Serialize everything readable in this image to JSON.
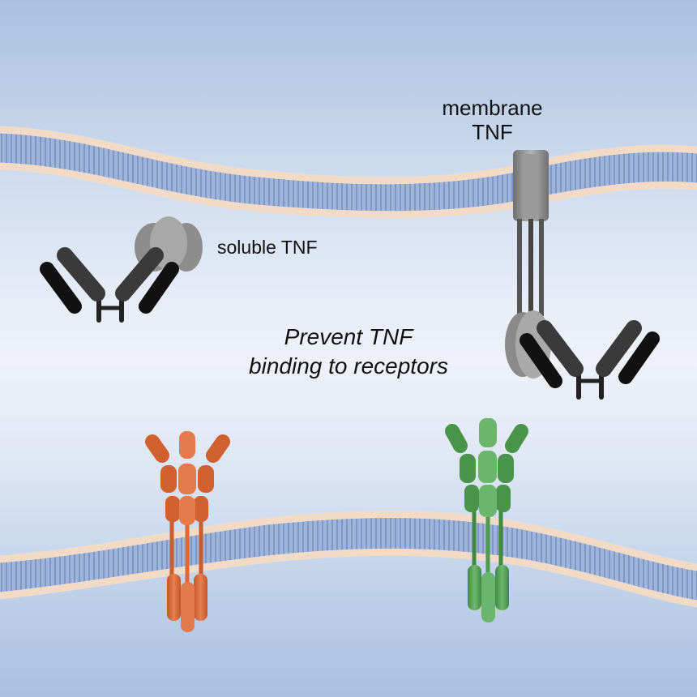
{
  "figure": {
    "labels": {
      "membrane_tnf_line1": "membrane",
      "membrane_tnf_line2": "TNF",
      "soluble_tnf": "soluble TNF",
      "mechanism_line1": "Prevent TNF",
      "mechanism_line2": "binding to receptors"
    },
    "colors": {
      "background_top": "#a9c1df",
      "background_mid": "#eef1f9",
      "lipid_head": "#f3dcc6",
      "lipid_tail": "#8fa6cf",
      "antibody": "#2b2b2b",
      "tnf": "#8e8e8e",
      "receptor_1": "#d9683a",
      "receptor_2": "#4f9a4f"
    },
    "elements": [
      "upper-cell-membrane",
      "lower-cell-membrane",
      "membrane-tnf-trimer",
      "soluble-tnf-trimer",
      "anti-tnf-antibody-left",
      "anti-tnf-antibody-right",
      "tnf-receptor-orange",
      "tnf-receptor-green"
    ]
  }
}
